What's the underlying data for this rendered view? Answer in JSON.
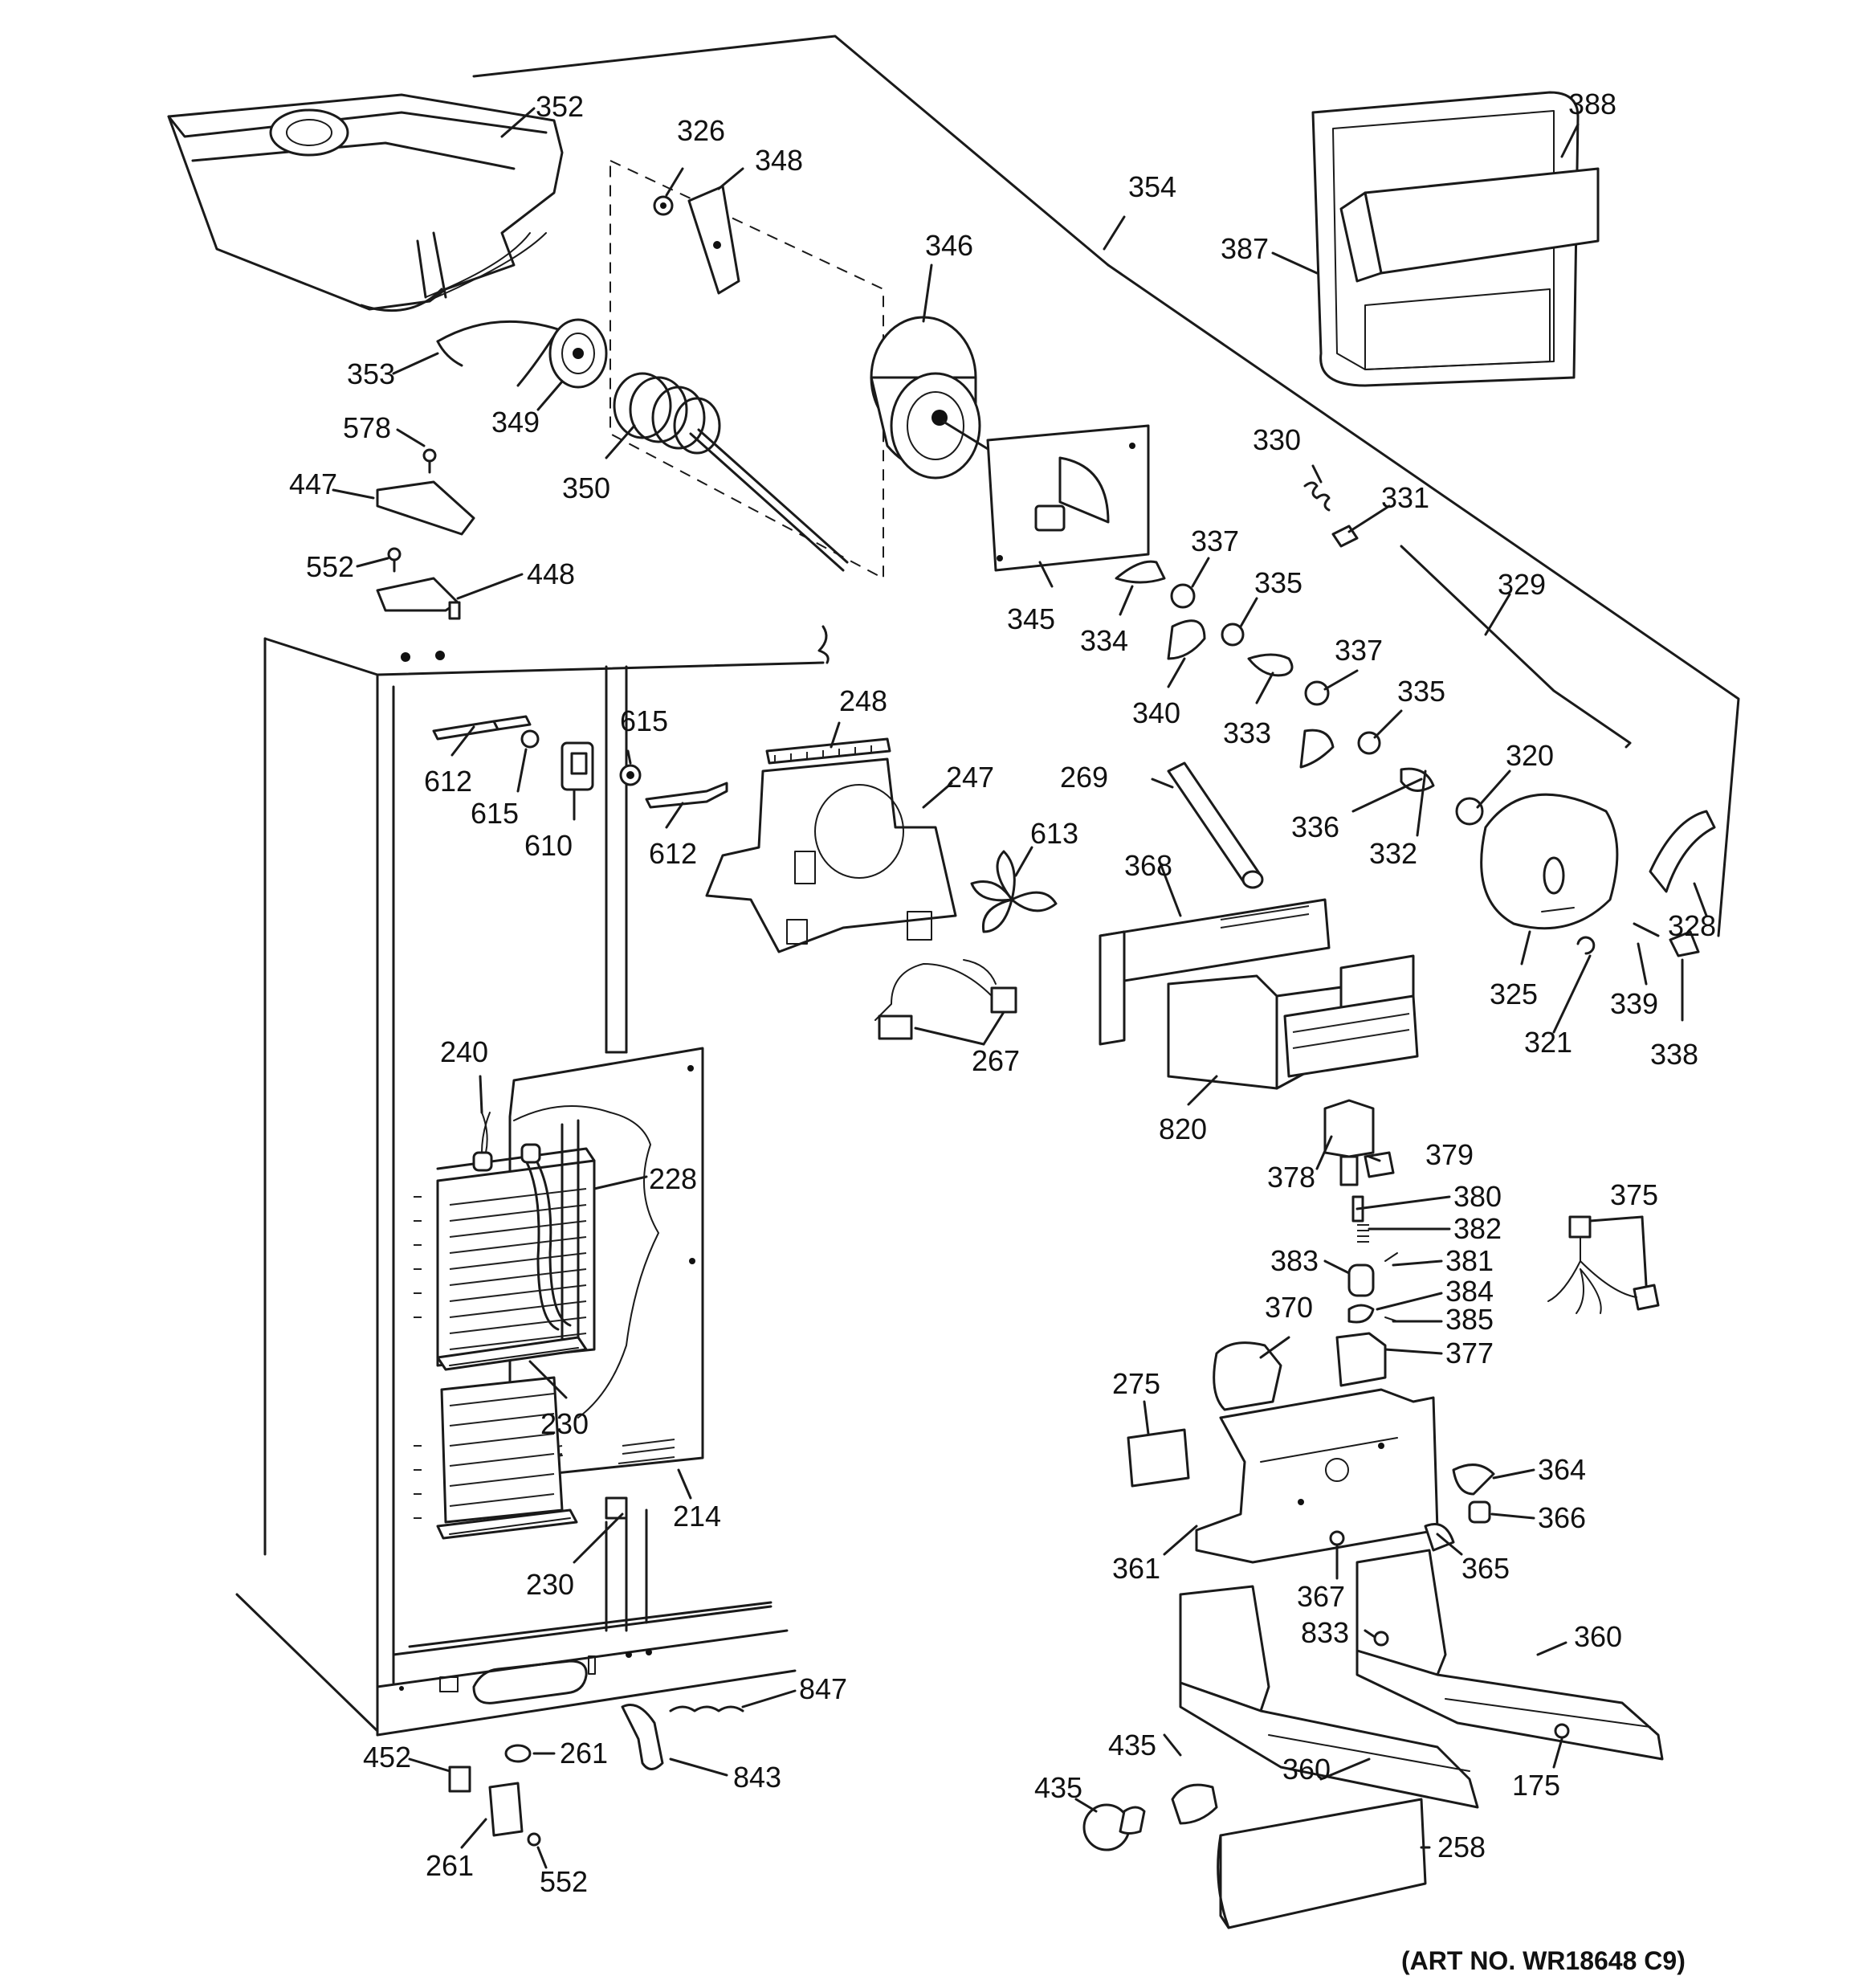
{
  "diagram": {
    "art_number": "(ART NO. WR18648 C9)",
    "callouts": {
      "c352": "352",
      "c326": "326",
      "c348": "348",
      "c346": "346",
      "c354": "354",
      "c388": "388",
      "c387": "387",
      "c353": "353",
      "c349": "349",
      "c350": "350",
      "c578": "578",
      "c447": "447",
      "c552a": "552",
      "c448": "448",
      "c345": "345",
      "c330": "330",
      "c331": "331",
      "c337a": "337",
      "c335a": "335",
      "c334": "334",
      "c329": "329",
      "c340": "340",
      "c333": "333",
      "c337b": "337",
      "c335b": "335",
      "c248": "248",
      "c615a": "615",
      "c612a": "612",
      "c615b": "615",
      "c610": "610",
      "c612b": "612",
      "c247": "247",
      "c613": "613",
      "c269": "269",
      "c320": "320",
      "c336": "336",
      "c332": "332",
      "c328": "328",
      "c368": "368",
      "c267": "267",
      "c325": "325",
      "c321": "321",
      "c339": "339",
      "c338": "338",
      "c820": "820",
      "c240": "240",
      "c228": "228",
      "c378": "378",
      "c379": "379",
      "c380": "380",
      "c382": "382",
      "c375": "375",
      "c383": "383",
      "c381": "381",
      "c384": "384",
      "c385": "385",
      "c370": "370",
      "c377": "377",
      "c230a": "230",
      "c275": "275",
      "c364": "364",
      "c366": "366",
      "c214": "214",
      "c230b": "230",
      "c361": "361",
      "c365": "365",
      "c367": "367",
      "c833": "833",
      "c360a": "360",
      "c847": "847",
      "c261a": "261",
      "c452": "452",
      "c843": "843",
      "c435a": "435",
      "c360b": "360",
      "c175": "175",
      "c435b": "435",
      "c261b": "261",
      "c552b": "552",
      "c258": "258"
    }
  }
}
